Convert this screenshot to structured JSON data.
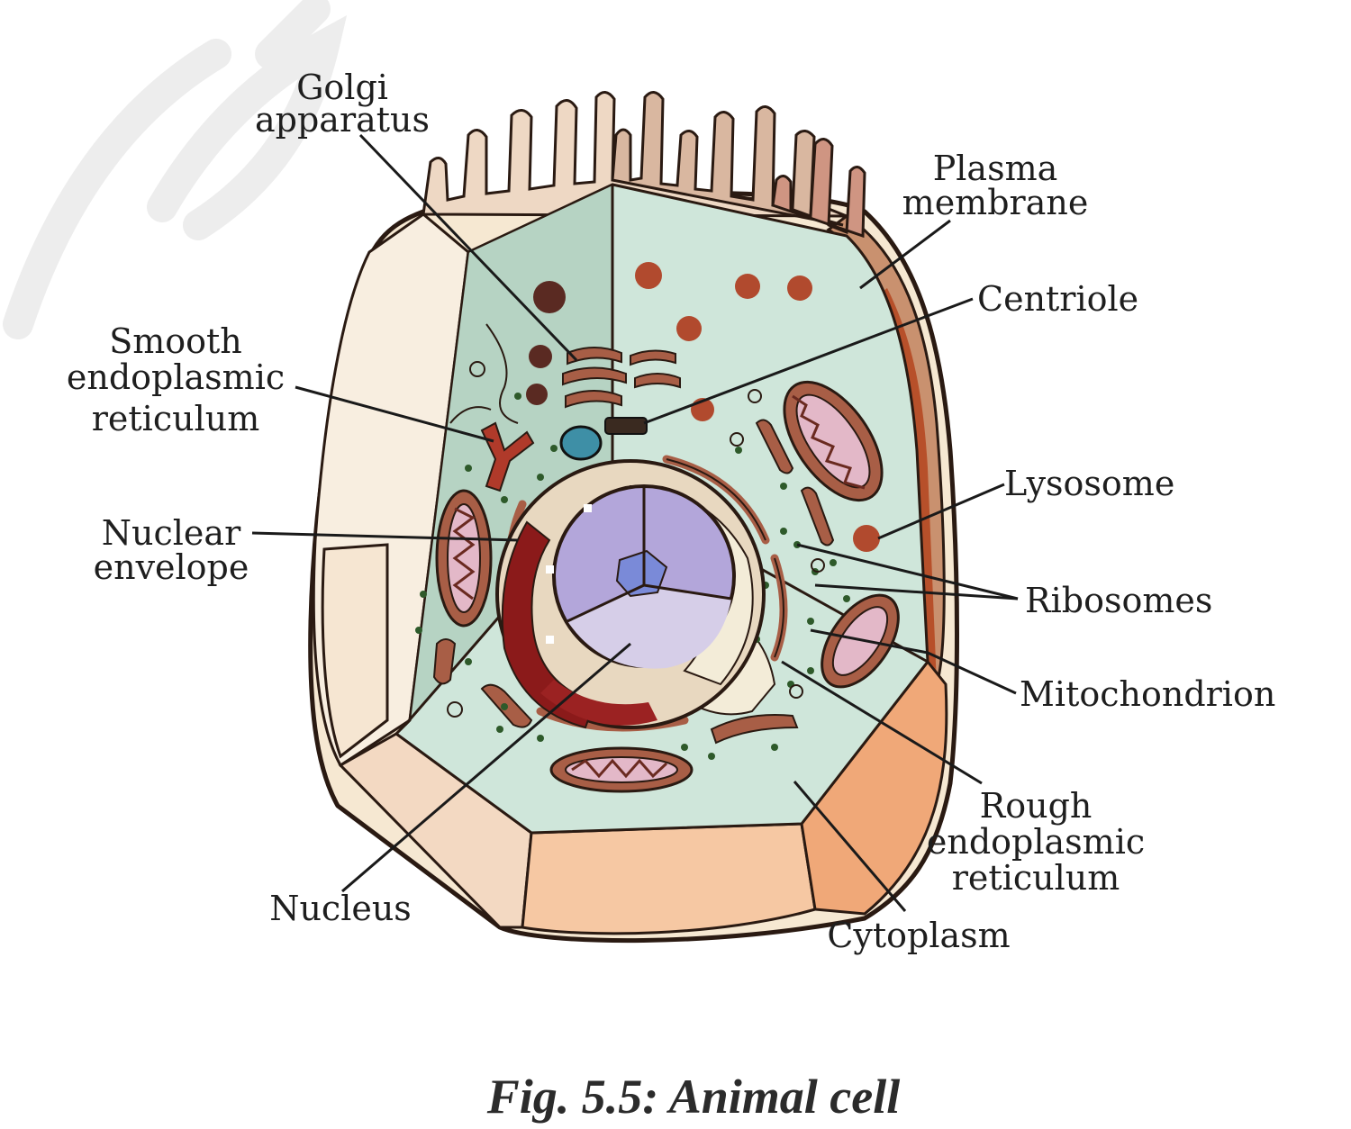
{
  "labels": {
    "golgi_1": "Golgi",
    "golgi_2": "apparatus",
    "plasma_1": "Plasma",
    "plasma_2": "membrane",
    "centriole": "Centriole",
    "ser_1": "Smooth",
    "ser_2": "endoplasmic",
    "ser_3": "reticulum",
    "lysosome": "Lysosome",
    "nuclear_1": "Nuclear",
    "nuclear_2": "envelope",
    "ribosomes": "Ribosomes",
    "mitochondrion": "Mitochondrion",
    "rer_1": "Rough",
    "rer_2": "endoplasmic",
    "rer_3": "reticulum",
    "nucleus": "Nucleus",
    "cytoplasm": "Cytoplasm"
  },
  "caption": "Fig. 5.5: Animal cell",
  "colors": {
    "cytoplasm": "#cfe6da",
    "cytoplasm_shade": "#b2cfbf",
    "membrane_outer": "#f6e8d2",
    "membrane_orange": "#f0a878",
    "membrane_brown": "#c25a2c",
    "nucleus": "#b3a6da",
    "chromatin": "#8b1a1a",
    "organelle": "#a85e46"
  }
}
